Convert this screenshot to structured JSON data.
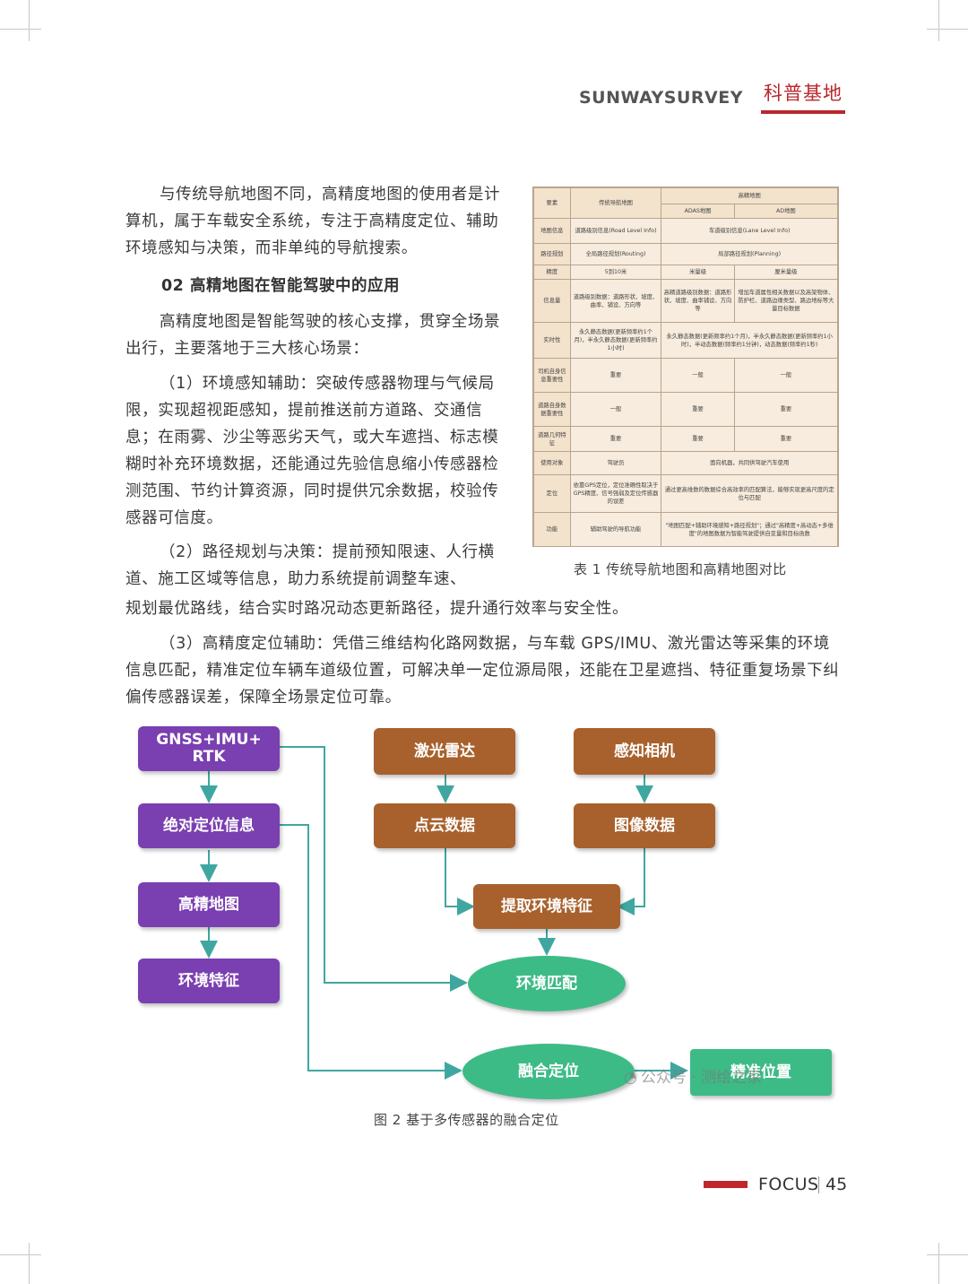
{
  "header": {
    "brand": "SUNWAYSURVEY",
    "section": "科普基地"
  },
  "paragraphs": {
    "p1": "与传统导航地图不同，高精度地图的使用者是计算机，属于车载安全系统，专注于高精度定位、辅助环境感知与决策，而非单纯的导航搜索。",
    "heading": "02 高精地图在智能驾驶中的应用",
    "p2": "高精度地图是智能驾驶的核心支撑，贯穿全场景出行，主要落地于三大核心场景：",
    "p3": "（1）环境感知辅助：突破传感器物理与气候局限，实现超视距感知，提前推送前方道路、交通信息；在雨雾、沙尘等恶劣天气，或大车遮挡、标志模糊时补充环境数据，还能通过先验信息缩小传感器检测范围、节约计算资源，同时提供冗余数据，校验传感器可信度。",
    "p4a": "（2）路径规划与决策：提前预知限速、人行横道、施工区域等信息，助力系统提前调整车速、",
    "p4b": "规划最优路线，结合实时路况动态更新路径，提升通行效率与安全性。",
    "p5": "（3）高精度定位辅助：凭借三维结构化路网数据，与车载 GPS/IMU、激光雷达等采集的环境信息匹配，精准定位车辆车道级位置，可解决单一定位源局限，还能在卫星遮挡、特征重复场景下纠偏传感器误差，保障全场景定位可靠。"
  },
  "table": {
    "caption": "表 1 传统导航地图和高精地图对比",
    "h_item": "要素",
    "h_trad": "传统导航地图",
    "h_hd": "高精地图",
    "h_adas": "ADAS地图",
    "h_ad": "AD地图",
    "rows": [
      {
        "label": "地图信息",
        "trad": "道路级别信息(Road Level Info)",
        "span": "车道级别信息(Lane Level Info)"
      },
      {
        "label": "路径规划",
        "trad": "全局路径规划(Routing)",
        "span": "局部路径规划(Planning)"
      },
      {
        "label": "精度",
        "trad": "5到10米",
        "adas": "米量级",
        "ad": "厘米量级"
      },
      {
        "label": "信息量",
        "trad": "道路级别数据：道路形状、坡度、曲率、铺设、方向等",
        "adas": "高精道路级别数据：道路形状、坡度、曲率铺设、方向等",
        "ad": "增加车道属性相关数据以及高架物体、防护栏、道路边缘类型、路边地标等大量目标数据"
      },
      {
        "label": "实时性",
        "trad": "永久静态数据(更新频率约1个月)，半永久静态数据(更新频率约1小时)",
        "span": "永久静态数据(更新频率约1个月)，半永久静态数据(更新频率约1小时)，半动态数据(频率约1分钟)，动态数据(频率约1秒)"
      },
      {
        "label": "司机自身信息重要性",
        "trad": "重要",
        "adas": "一般",
        "ad": "一般"
      },
      {
        "label": "道路自身数据重要性",
        "trad": "一般",
        "adas": "重要",
        "ad": "重要"
      },
      {
        "label": "道路几何特征",
        "trad": "重要",
        "adas": "重要",
        "ad": "重要"
      },
      {
        "label": "使用对象",
        "trad": "驾驶员",
        "span": "面向机器，共同供驾驶汽车使用"
      },
      {
        "label": "定位",
        "trad": "依靠GPS定位，定位准确性取决于GPS精度、信号强弱及定位传感器的误差",
        "span": "通过更高维数的数据综合高效率的匹配算法，能够实现更高尺度的定位与匹配"
      },
      {
        "label": "功能",
        "trad": "辅助驾驶的导航功能",
        "span": "\"地图匹配+辅助环境感知+路径规划\"；通过\"高精度+高动态+多维度\"的地图数据为智能驾驶提供自变量和目标函数"
      }
    ]
  },
  "diagram": {
    "caption": "图 2 基于多传感器的融合定位",
    "nodes": {
      "gnss": "GNSS+IMU+ RTK",
      "abs_pos": "绝对定位信息",
      "hd_map": "高精地图",
      "env_feat": "环境特征",
      "lidar": "激光雷达",
      "camera": "感知相机",
      "point_cloud": "点云数据",
      "image_data": "图像数据",
      "extract": "提取环境特征",
      "env_match": "环境匹配",
      "fusion": "融合定位",
      "precise": "精准位置"
    },
    "watermark": "公众号 · 测绘之家",
    "colors": {
      "purple": "#7a3fb0",
      "brown": "#a8612d",
      "green": "#3dbb86",
      "arrow": "#3fa7a0"
    }
  },
  "footer": {
    "label": "FOCUS",
    "page": "45"
  }
}
